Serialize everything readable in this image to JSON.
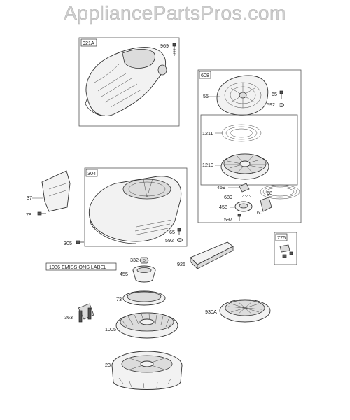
{
  "watermark": "AppliancePartsPros.com",
  "callouts": {
    "p921A": "921A",
    "p969": "969",
    "p608": "608",
    "p55": "55",
    "p65a": "65",
    "p592a": "592",
    "p1211": "1211",
    "p1210": "1210",
    "p459": "459",
    "p689": "689",
    "p58": "58",
    "p458": "458",
    "p60": "60",
    "p597": "597",
    "p304": "304",
    "p37": "37",
    "p78": "78",
    "p65b": "65",
    "p592b": "592",
    "p305": "305",
    "p776": "776",
    "p332": "332",
    "p1036": "1036 EMISSIONS LABEL",
    "p455": "455",
    "p925": "925",
    "p73": "73",
    "p363": "363",
    "p930A": "930A",
    "p1005": "1005",
    "p23": "23"
  }
}
